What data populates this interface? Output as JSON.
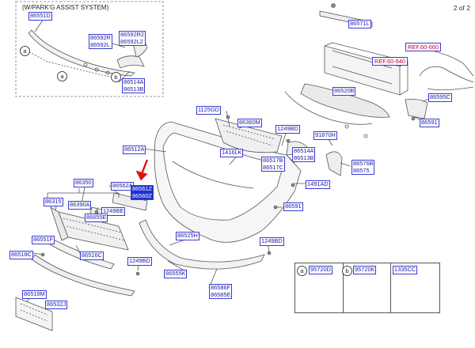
{
  "header": {
    "page_indicator": "2 of 2"
  },
  "inset": {
    "title": "(W/PARK'G ASSIST SYSTEM)",
    "callouts": {
      "a": "a",
      "b": "b"
    }
  },
  "part_labels": [
    {
      "key": "86551d",
      "lines": [
        "86551D"
      ]
    },
    {
      "key": "86592r",
      "lines": [
        "86592R",
        "86592L"
      ]
    },
    {
      "key": "86592r2",
      "lines": [
        "86592R2",
        "86592L2"
      ]
    },
    {
      "key": "86514a_inset",
      "lines": [
        "86514A",
        "86513B"
      ]
    },
    {
      "key": "86571l",
      "lines": [
        "86571L"
      ]
    },
    {
      "key": "86520b",
      "lines": [
        "86520B"
      ]
    },
    {
      "key": "1125gd",
      "lines": [
        "1125GD"
      ]
    },
    {
      "key": "86360m",
      "lines": [
        "86360M"
      ]
    },
    {
      "key": "1249bd_a",
      "lines": [
        "1249BD"
      ]
    },
    {
      "key": "91870h",
      "lines": [
        "91870H"
      ]
    },
    {
      "key": "86595c",
      "lines": [
        "86595C"
      ]
    },
    {
      "key": "86591_a",
      "lines": [
        "86591"
      ]
    },
    {
      "key": "86512a",
      "lines": [
        "86512A"
      ]
    },
    {
      "key": "1416lk",
      "lines": [
        "1416LK"
      ]
    },
    {
      "key": "86514a",
      "lines": [
        "86514A",
        "86513B"
      ]
    },
    {
      "key": "86517b",
      "lines": [
        "86517B",
        "86517C"
      ]
    },
    {
      "key": "86576b",
      "lines": [
        "86576B",
        "86575"
      ]
    },
    {
      "key": "1491ad",
      "lines": [
        "1491AD"
      ]
    },
    {
      "key": "86591_b",
      "lines": [
        "86591"
      ]
    },
    {
      "key": "86350",
      "lines": [
        "86350"
      ]
    },
    {
      "key": "86562a",
      "lines": [
        "86562A"
      ]
    },
    {
      "key": "86561z",
      "lines": [
        "86561Z",
        "86560Z"
      ]
    },
    {
      "key": "86315",
      "lines": [
        "86315"
      ]
    },
    {
      "key": "86390a",
      "lines": [
        "86390A"
      ]
    },
    {
      "key": "1249be",
      "lines": [
        "1249BE"
      ]
    },
    {
      "key": "86655e",
      "lines": [
        "86655E"
      ]
    },
    {
      "key": "86551f",
      "lines": [
        "86551F"
      ]
    },
    {
      "key": "86525h",
      "lines": [
        "86525H"
      ]
    },
    {
      "key": "1249bd_b",
      "lines": [
        "1249BD"
      ]
    },
    {
      "key": "86518c",
      "lines": [
        "86518C"
      ]
    },
    {
      "key": "86516c",
      "lines": [
        "86516C"
      ]
    },
    {
      "key": "1249bd_c",
      "lines": [
        "1249BD"
      ]
    },
    {
      "key": "86555k",
      "lines": [
        "86555K"
      ]
    },
    {
      "key": "86586f",
      "lines": [
        "86586F",
        "86585E"
      ]
    },
    {
      "key": "86519m",
      "lines": [
        "86519M"
      ]
    },
    {
      "key": "86532j",
      "lines": [
        "86532J"
      ]
    }
  ],
  "references": [
    {
      "key": "ref_60_660",
      "text": "REF.60-660"
    },
    {
      "key": "ref_60_640",
      "text": "REF.60-640"
    }
  ],
  "legend": [
    {
      "circle": "a",
      "part": "95720D"
    },
    {
      "circle": "b",
      "part": "95720K"
    },
    {
      "circle": "",
      "part": "1335CC"
    }
  ],
  "colors": {
    "label_border": "#3a3ad6",
    "label_text": "#1a1aa6",
    "selected_fill": "#1d2fd0",
    "ref_text": "#c0003c",
    "arrow": "#e01010"
  }
}
